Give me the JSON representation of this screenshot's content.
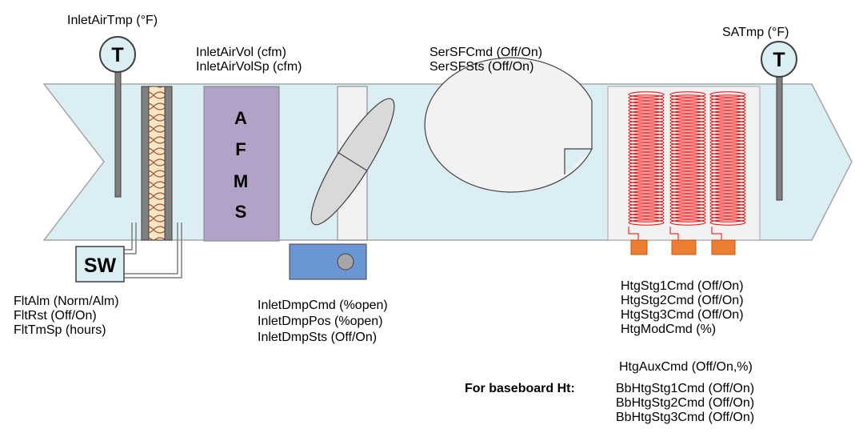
{
  "sensors": {
    "inlet_temp": {
      "label": "InletAirTmp (°F)",
      "symbol": "T"
    },
    "supply_temp": {
      "label": "SATmp (°F)",
      "symbol": "T"
    }
  },
  "afms": {
    "labels": [
      "InletAirVol (cfm)",
      "InletAirVolSp (cfm)"
    ],
    "letters": [
      "A",
      "F",
      "M",
      "S"
    ],
    "fill_color": "#b3a2c7"
  },
  "fan": {
    "labels": [
      "SerSFCmd (Off/On)",
      "SerSFSts (Off/On)"
    ]
  },
  "filter": {
    "switch_label": "SW",
    "labels": [
      "FltAlm (Norm/Alm)",
      "FltRst (Off/On)",
      "FltTmSp (hours)"
    ]
  },
  "damper": {
    "labels": [
      "InletDmpCmd (%open)",
      "InletDmpPos (%open)",
      "InletDmpSts (Off/On)"
    ],
    "actuator_color": "#6a96d4"
  },
  "heating": {
    "labels": [
      "HtgStg1Cmd (Off/On)",
      "HtgStg2Cmd (Off/On)",
      "HtgStg3Cmd (Off/On)",
      "HtgModCmd (%)"
    ],
    "aux_label": "HtgAuxCmd (Off/On,%)",
    "coil_color": "#ff0000",
    "stage_color": "#ed7d31"
  },
  "baseboard": {
    "heading": "For baseboard Ht:",
    "labels": [
      "BbHtgStg1Cmd (Off/On)",
      "BbHtgStg2Cmd (Off/On)",
      "BbHtgStg3Cmd (Off/On)"
    ]
  },
  "duct": {
    "stroke_color": "#a6a6a6",
    "fill_color": "#dbeef4"
  }
}
